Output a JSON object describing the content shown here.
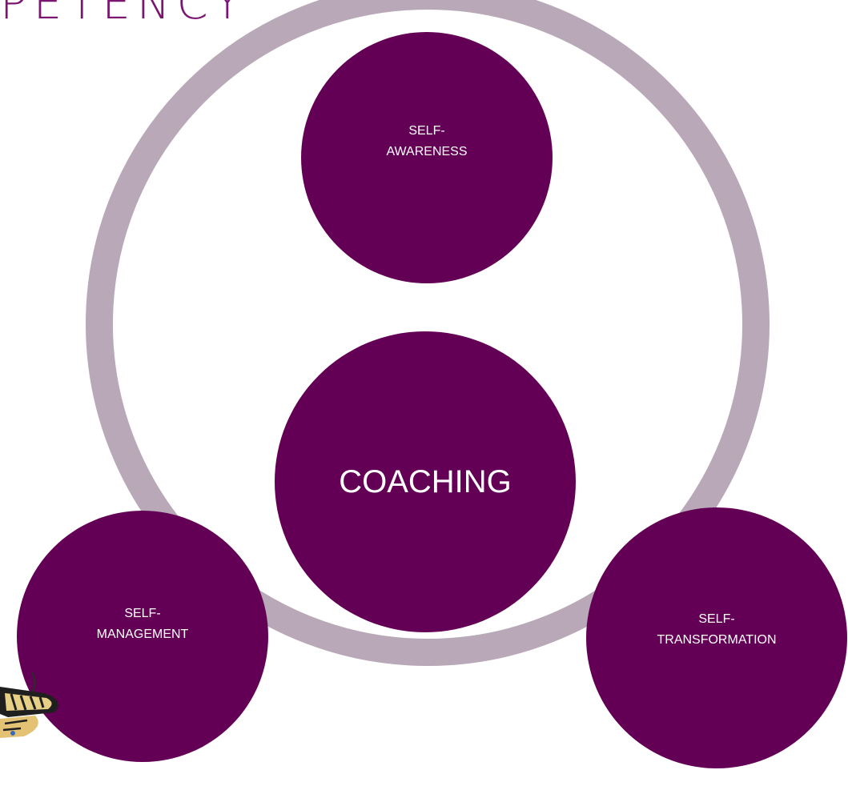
{
  "heading_fragment": "PETENCY",
  "colors": {
    "node_fill": "#630055",
    "ring": "#b9a9b8",
    "heading": "#7a1570",
    "node_text": "#ffffff"
  },
  "center": {
    "label": "COACHING"
  },
  "nodes": [
    {
      "id": "top",
      "lines": [
        "SELF-",
        "AWARENESS"
      ]
    },
    {
      "id": "left",
      "lines": [
        "SELF-",
        "MANAGEMENT"
      ]
    },
    {
      "id": "right",
      "lines": [
        "SELF-",
        "TRANSFORMATION"
      ]
    }
  ],
  "decoration": {
    "icon": "butterfly-icon"
  }
}
